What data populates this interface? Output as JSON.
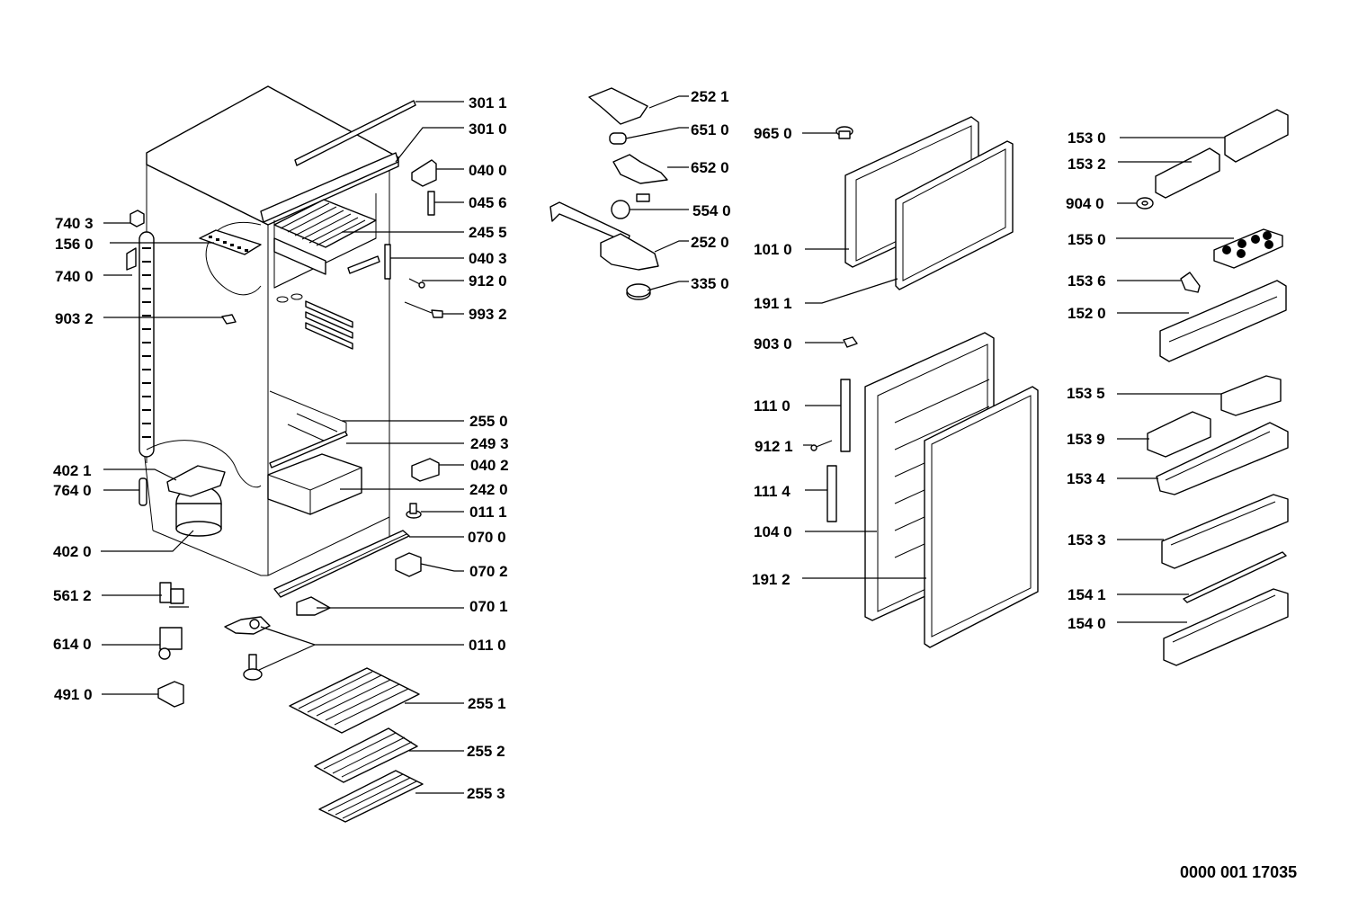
{
  "diagram": {
    "type": "exploded-parts-view",
    "subject": "refrigerator",
    "reference_number": "0000 001 17035",
    "labels": {
      "p3011": "301 1",
      "p3010": "301 0",
      "p0400": "040 0",
      "p0456": "045 6",
      "p2455": "245 5",
      "p0403": "040 3",
      "p9120": "912 0",
      "p9932": "993 2",
      "p2550": "255 0",
      "p2493": "249 3",
      "p0402": "040 2",
      "p2420": "242 0",
      "p0111": "011 1",
      "p0700": "070 0",
      "p0702": "070 2",
      "p0701": "070 1",
      "p0110": "011 0",
      "p2551": "255 1",
      "p2552": "255 2",
      "p2553": "255 3",
      "p7403": "740 3",
      "p1560": "156 0",
      "p7400": "740 0",
      "p9032": "903 2",
      "p4021": "402 1",
      "p7640": "764 0",
      "p4020": "402 0",
      "p5612": "561 2",
      "p6140": "614 0",
      "p4910": "491 0",
      "p2521": "252 1",
      "p6510": "651 0",
      "p6520": "652 0",
      "p5540": "554 0",
      "p2520": "252 0",
      "p3350": "335 0",
      "p9650": "965 0",
      "p1010": "101 0",
      "p1911": "191 1",
      "p9030": "903 0",
      "p1110": "111 0",
      "p9121": "912 1",
      "p1114": "111 4",
      "p1040": "104 0",
      "p1912": "191 2",
      "p1530": "153 0",
      "p1532": "153 2",
      "p9040": "904 0",
      "p1550": "155 0",
      "p1536": "153 6",
      "p1520": "152 0",
      "p1535": "153 5",
      "p1539": "153 9",
      "p1534": "153 4",
      "p1533": "153 3",
      "p1541": "154 1",
      "p1540": "154 0"
    }
  }
}
